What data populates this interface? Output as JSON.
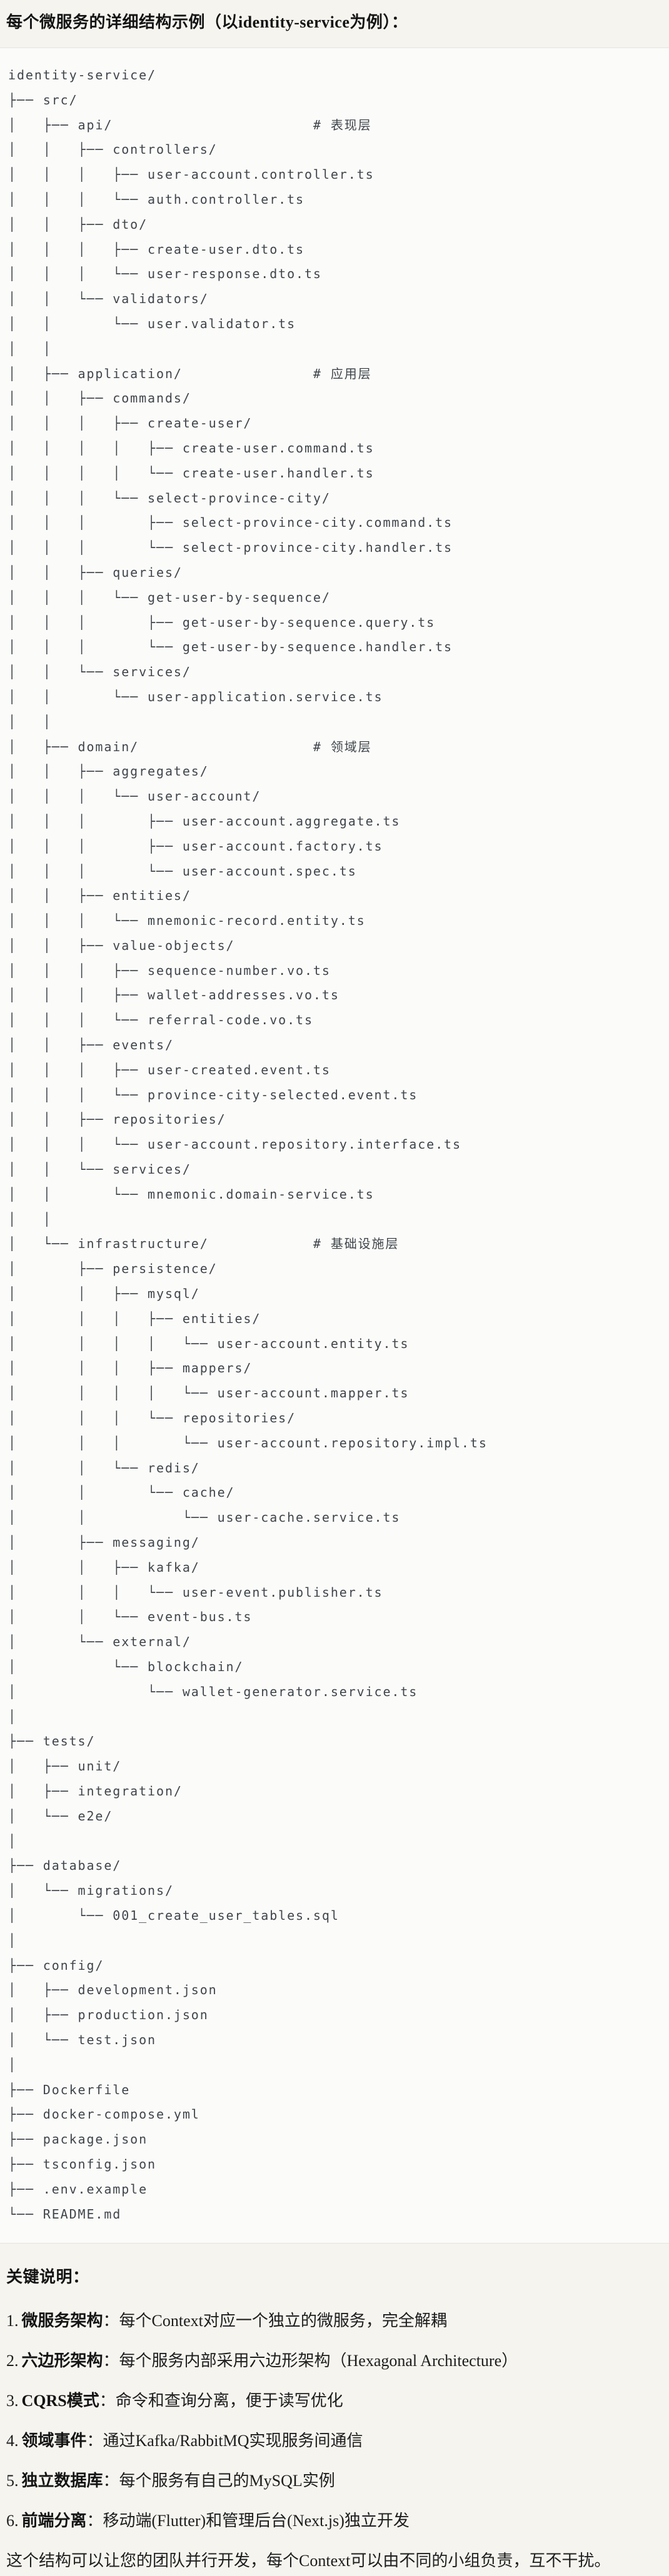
{
  "page": {
    "title": "每个微服务的详细结构示例（以identity-service为例）："
  },
  "tree": {
    "lines": [
      "identity-service/",
      "├── src/",
      "│   ├── api/                       # 表现层",
      "│   │   ├── controllers/",
      "│   │   │   ├── user-account.controller.ts",
      "│   │   │   └── auth.controller.ts",
      "│   │   ├── dto/",
      "│   │   │   ├── create-user.dto.ts",
      "│   │   │   └── user-response.dto.ts",
      "│   │   └── validators/",
      "│   │       └── user.validator.ts",
      "│   │",
      "│   ├── application/               # 应用层",
      "│   │   ├── commands/",
      "│   │   │   ├── create-user/",
      "│   │   │   │   ├── create-user.command.ts",
      "│   │   │   │   └── create-user.handler.ts",
      "│   │   │   └── select-province-city/",
      "│   │   │       ├── select-province-city.command.ts",
      "│   │   │       └── select-province-city.handler.ts",
      "│   │   ├── queries/",
      "│   │   │   └── get-user-by-sequence/",
      "│   │   │       ├── get-user-by-sequence.query.ts",
      "│   │   │       └── get-user-by-sequence.handler.ts",
      "│   │   └── services/",
      "│   │       └── user-application.service.ts",
      "│   │",
      "│   ├── domain/                    # 领域层",
      "│   │   ├── aggregates/",
      "│   │   │   └── user-account/",
      "│   │   │       ├── user-account.aggregate.ts",
      "│   │   │       ├── user-account.factory.ts",
      "│   │   │       └── user-account.spec.ts",
      "│   │   ├── entities/",
      "│   │   │   └── mnemonic-record.entity.ts",
      "│   │   ├── value-objects/",
      "│   │   │   ├── sequence-number.vo.ts",
      "│   │   │   ├── wallet-addresses.vo.ts",
      "│   │   │   └── referral-code.vo.ts",
      "│   │   ├── events/",
      "│   │   │   ├── user-created.event.ts",
      "│   │   │   └── province-city-selected.event.ts",
      "│   │   ├── repositories/",
      "│   │   │   └── user-account.repository.interface.ts",
      "│   │   └── services/",
      "│   │       └── mnemonic.domain-service.ts",
      "│   │",
      "│   └── infrastructure/            # 基础设施层",
      "│       ├── persistence/",
      "│       │   ├── mysql/",
      "│       │   │   ├── entities/",
      "│       │   │   │   └── user-account.entity.ts",
      "│       │   │   ├── mappers/",
      "│       │   │   │   └── user-account.mapper.ts",
      "│       │   │   └── repositories/",
      "│       │   │       └── user-account.repository.impl.ts",
      "│       │   └── redis/",
      "│       │       └── cache/",
      "│       │           └── user-cache.service.ts",
      "│       ├── messaging/",
      "│       │   ├── kafka/",
      "│       │   │   └── user-event.publisher.ts",
      "│       │   └── event-bus.ts",
      "│       └── external/",
      "│           └── blockchain/",
      "│               └── wallet-generator.service.ts",
      "│",
      "├── tests/",
      "│   ├── unit/",
      "│   ├── integration/",
      "│   └── e2e/",
      "│",
      "├── database/",
      "│   └── migrations/",
      "│       └── 001_create_user_tables.sql",
      "│",
      "├── config/",
      "│   ├── development.json",
      "│   ├── production.json",
      "│   └── test.json",
      "│",
      "├── Dockerfile",
      "├── docker-compose.yml",
      "├── package.json",
      "├── tsconfig.json",
      "├── .env.example",
      "└── README.md"
    ]
  },
  "notes": {
    "heading": "关键说明：",
    "items": [
      {
        "num": "1.",
        "term": "微服务架构",
        "desc": "：每个Context对应一个独立的微服务，完全解耦"
      },
      {
        "num": "2.",
        "term": "六边形架构",
        "desc": "：每个服务内部采用六边形架构（Hexagonal Architecture）"
      },
      {
        "num": "3.",
        "term": "CQRS模式",
        "desc": "：命令和查询分离，便于读写优化"
      },
      {
        "num": "4.",
        "term": "领域事件",
        "desc": "：通过Kafka/RabbitMQ实现服务间通信"
      },
      {
        "num": "5.",
        "term": "独立数据库",
        "desc": "：每个服务有自己的MySQL实例"
      },
      {
        "num": "6.",
        "term": "前端分离",
        "desc": "：移动端(Flutter)和管理后台(Next.js)独立开发"
      }
    ],
    "footer": "这个结构可以让您的团队并行开发，每个Context可以由不同的小组负责，互不干扰。"
  },
  "colors": {
    "page_bg": "#f5f4ef",
    "code_bg": "#fbfbf9",
    "code_border": "#e5e4de",
    "code_text": "#3f454b",
    "heading_text": "#141414",
    "body_text": "#1d1d1d"
  }
}
